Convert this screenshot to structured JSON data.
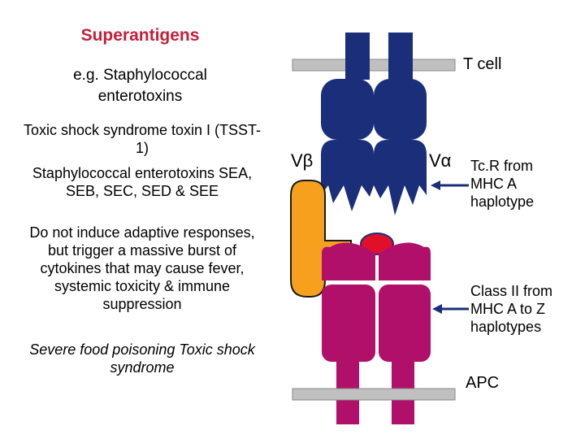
{
  "title": "Superantigens",
  "example": "e.g. Staphylococcal enterotoxins",
  "toxin_1": "Toxic shock syndrome toxin I (TSST-1)",
  "toxin_2": "Staphylococcal enterotoxins SEA, SEB, SEC, SED & SEE",
  "effects": "Do not induce adaptive responses, but trigger a massive burst of cytokines that may cause fever, systemic toxicity & immune suppression",
  "clinical": "Severe food poisoning Toxic shock syndrome",
  "labels": {
    "t_cell": "T cell",
    "v_beta": "Vβ",
    "v_alpha": "Vα",
    "tcr": "Tc.R from MHC A haplotype",
    "class2": "Class II from MHC A to Z haplotypes",
    "apc": "APC"
  },
  "colors": {
    "title": "#c41e3a",
    "tcr": "#1a2e7a",
    "mhc": "#b0106a",
    "superantigen": "#f7a01e",
    "peptide": "#e0102a",
    "membrane": "#c0c0c0",
    "arrow": "#1a2e7a"
  }
}
